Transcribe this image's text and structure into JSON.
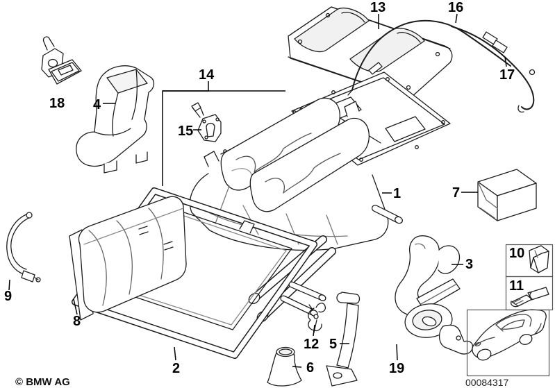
{
  "diagram": {
    "type": "exploded-parts-diagram",
    "parts": [
      {
        "label": "1"
      },
      {
        "label": "2"
      },
      {
        "label": "3"
      },
      {
        "label": "4"
      },
      {
        "label": "5"
      },
      {
        "label": "6"
      },
      {
        "label": "7"
      },
      {
        "label": "8"
      },
      {
        "label": "9"
      },
      {
        "label": "10"
      },
      {
        "label": "11"
      },
      {
        "label": "12"
      },
      {
        "label": "13"
      },
      {
        "label": "14"
      },
      {
        "label": "15"
      },
      {
        "label": "16"
      },
      {
        "label": "17"
      },
      {
        "label": "18"
      },
      {
        "label": "19"
      }
    ]
  },
  "footer": {
    "copyright": "© BMW AG",
    "diagram_number": "00084317"
  },
  "colors": {
    "line": "#1c1c1c",
    "background": "#ffffff",
    "shade": "#ededed"
  }
}
